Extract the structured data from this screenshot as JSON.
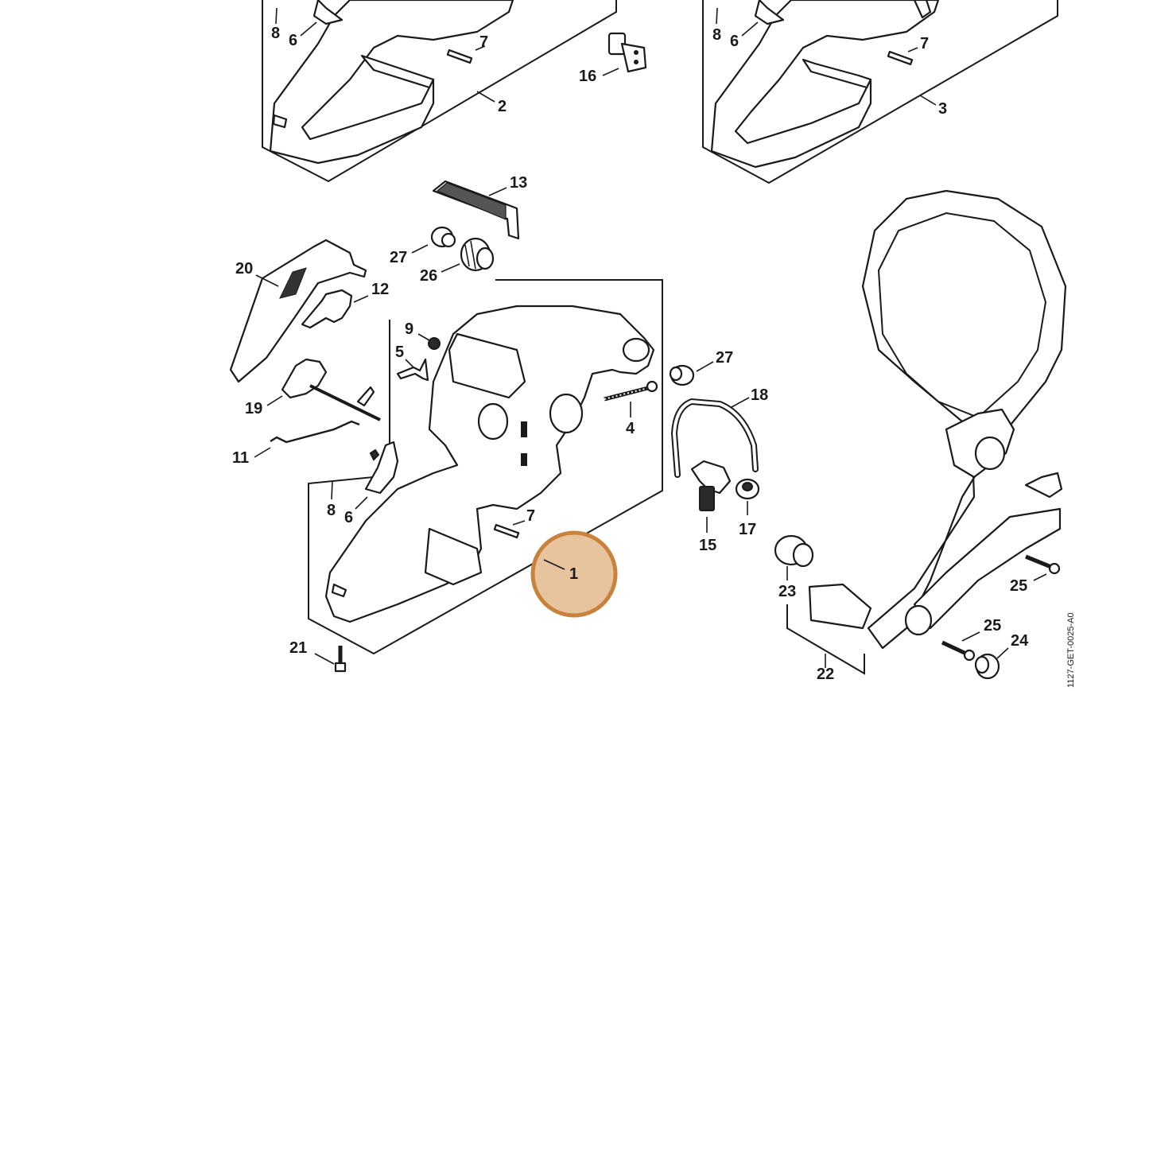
{
  "diagram": {
    "drawing_code": "1127-GET-0025-A0",
    "highlight_color": "#c8823c",
    "highlight_fill": "#e7c49e",
    "callouts": {
      "c8a": "8",
      "c6a": "6",
      "c7a": "7",
      "c16": "16",
      "c2": "2",
      "c8b": "8",
      "c6b": "6",
      "c7b": "7",
      "c3": "3",
      "c13": "13",
      "c27a": "27",
      "c26": "26",
      "c20": "20",
      "c12": "12",
      "c9": "9",
      "c5": "5",
      "c27b": "27",
      "c18": "18",
      "c4": "4",
      "c19": "19",
      "c11": "11",
      "c8c": "8",
      "c6c": "6",
      "c7c": "7",
      "c1": "1",
      "c15": "15",
      "c17": "17",
      "c23": "23",
      "c25a": "25",
      "c25b": "25",
      "c24": "24",
      "c22": "22",
      "c21": "21"
    }
  }
}
